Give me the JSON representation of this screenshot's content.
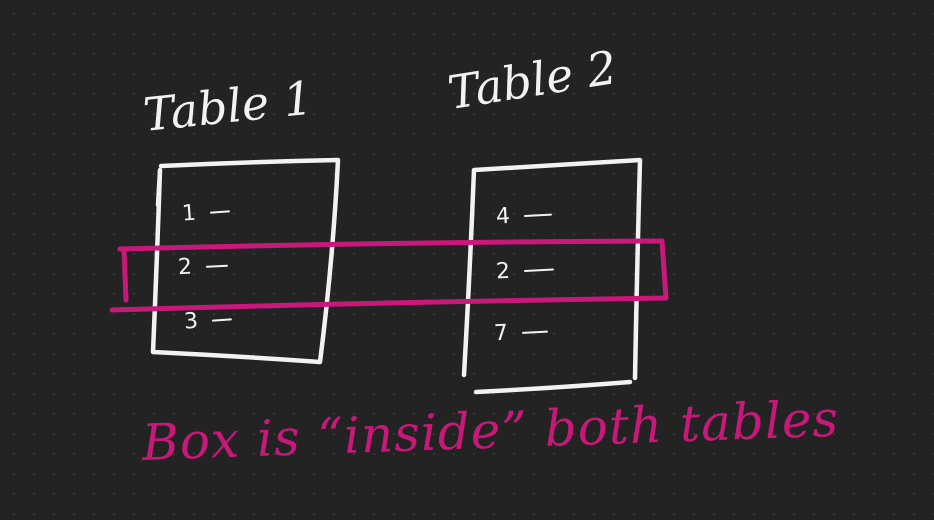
{
  "tables": [
    {
      "title": "Table 1",
      "rows": [
        "1",
        "2",
        "3"
      ]
    },
    {
      "title": "Table 2",
      "rows": [
        "4",
        "2",
        "7"
      ]
    }
  ],
  "annotation": "Box is “inside” both tables",
  "colors": {
    "background": "#232323",
    "ink": "#f2f2f2",
    "highlight": "#c8197a"
  }
}
